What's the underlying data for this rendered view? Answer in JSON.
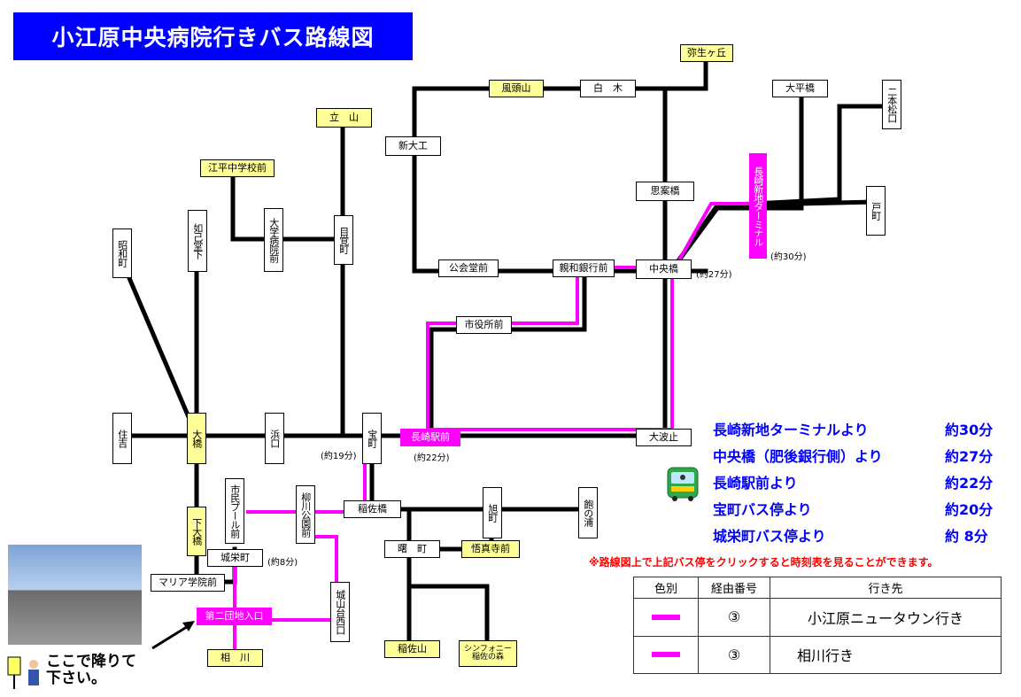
{
  "title": "小江原中央病院行きバス路線図",
  "stops": {
    "yayoigaoka": "弥生ヶ丘",
    "fuutouzan": "風頭山",
    "shiraki": "白　木",
    "taiheibashi": "大平橋",
    "nihonmatsuguchi": "二本松口",
    "tateyama": "立　山",
    "shindaiku": "新大工",
    "kouheichuugakkoumae": "江平中学校前",
    "shianbashi": "思案橋",
    "nagasakishinchi_terminal": "長崎新地ターミナル",
    "tomachi": "戸町",
    "showamachi": "昭和町",
    "nyoikoudoushita": "如己堂下",
    "daigakubyouinmae": "大学病院前",
    "megane": "目覚町",
    "koukaidoumae": "公会堂前",
    "shinwaginkoumae": "親和銀行前",
    "chuuoubashi": "中央橋",
    "shiyakushomae": "市役所前",
    "sumiyoshi": "住吉",
    "oohashi": "大橋",
    "hamaguchi": "浜口",
    "takaramachi": "宝町",
    "nagasakiekimae": "長崎駅前",
    "oohato": "大波止",
    "shiminpoolmae": "市民プール前",
    "yanagawakouenmae": "柳川公園前",
    "inasabashi": "稲佐橋",
    "asahimachi": "旭町",
    "akunoura": "飽の浦",
    "shimoohashi": "下大橋",
    "jouueimachi": "城栄町",
    "akebonomachi": "曙　町",
    "goshinjimae": "悟真寺前",
    "mariagakuinmae": "マリア学院前",
    "jouyamadainishiguchi": "城山台西口",
    "daini_danchi_iriguchi": "第二団地入口",
    "aikawa": "相　川",
    "inasayama": "稲佐山",
    "symphony": "シンフォニー稲佐の森"
  },
  "times": {
    "chuuoubashi": "(約27分)",
    "terminal": "(約30分)",
    "takaramachi": "(約19分)",
    "ekimae": "(約22分)",
    "jouei": "(約8分)"
  },
  "departures": [
    {
      "from": "長崎新地ターミナルより",
      "time": "約30分"
    },
    {
      "from": "中央橋（肥後銀行側）より",
      "time": "約27分"
    },
    {
      "from": "長崎駅前より",
      "time": "約22分"
    },
    {
      "from": "宝町バス停より",
      "time": "約20分"
    },
    {
      "from": "城栄町バス停より",
      "time": "約 8分"
    }
  ],
  "note": "※路線図上で上記バス停をクリックすると時刻表を見ることができます。",
  "legend": {
    "headers": [
      "色別",
      "経由番号",
      "行き先"
    ],
    "rows": [
      {
        "route": "③",
        "destination": "小江原ニュータウン行き"
      },
      {
        "route": "③",
        "destination": "相川行き"
      }
    ]
  },
  "get_off": "ここで降りて下さい。",
  "colors": {
    "route": "#ff00ff",
    "road": "#000000",
    "title_bg": "#0000ff",
    "highlight_stop": "#ffff99"
  }
}
